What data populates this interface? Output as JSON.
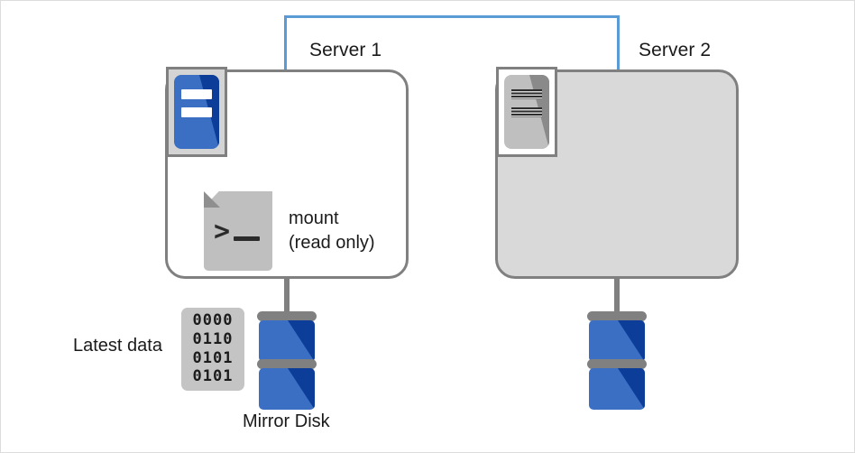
{
  "diagram": {
    "network_link": {
      "name": "interconnect",
      "color": "#5b9bd5"
    },
    "servers": [
      {
        "title": "Server 1",
        "state": "active",
        "body_color": "#ffffff",
        "badge_color": "#3a6fc4",
        "mount": {
          "icon": "terminal-document-icon",
          "prompt": ">",
          "line1": "mount",
          "line2": "(read only)"
        }
      },
      {
        "title": "Server 2",
        "state": "inactive",
        "body_color": "#d9d9d9",
        "badge_color": "#bfbfbf"
      }
    ],
    "disks": [
      {
        "name": "mirror-disk-1",
        "caption": "Mirror Disk",
        "color": "#3a6fc4"
      },
      {
        "name": "mirror-disk-2",
        "caption": "",
        "color": "#3a6fc4"
      }
    ],
    "data_block": {
      "label": "Latest data",
      "rows": [
        "0000",
        "0110",
        "0101",
        "0101"
      ]
    }
  }
}
